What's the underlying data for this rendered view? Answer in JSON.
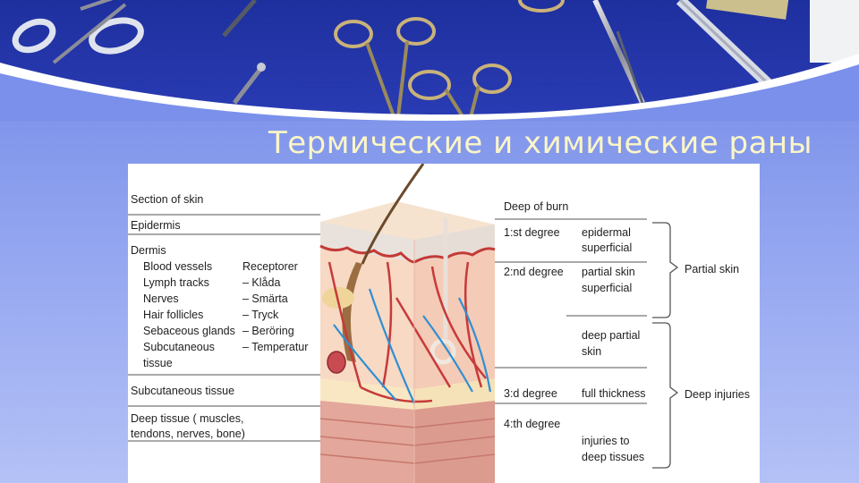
{
  "slide": {
    "title": "Термические и химические раны"
  },
  "diagram": {
    "section_title": "Section of skin",
    "layers": {
      "epidermis": "Epidermis",
      "dermis": "Dermis",
      "subcutaneous": "Subcutaneous tissue",
      "deep_tissue_1": "Deep tissue ( muscles,",
      "deep_tissue_2": "tendons, nerves, bone)"
    },
    "dermis_items": [
      "Blood vessels",
      "Lymph tracks",
      "Nerves",
      "Hair follicles",
      "Sebaceous glands",
      "Subcutaneous",
      "tissue"
    ],
    "receptors_title": "Receptorer",
    "receptor_items": [
      "– Klåda",
      "– Smärta",
      "– Tryck",
      "– Beröring",
      "– Temperatur"
    ],
    "burn_title": "Deep of burn",
    "degrees": {
      "first": "1:st degree",
      "second": "2:nd degree",
      "third": "3:d degree",
      "fourth": "4:th degree"
    },
    "depths": {
      "epidermal_1": "epidermal",
      "epidermal_2": "superficial",
      "partial_1": "partial skin",
      "partial_2": "superficial",
      "deep_partial_1": "deep partial",
      "deep_partial_2": "skin",
      "full": "full thickness",
      "deep_tissue_1": "injuries to",
      "deep_tissue_2": "deep tissues"
    },
    "groups": {
      "partial": "Partial skin",
      "deep": "Deep injuries"
    }
  }
}
